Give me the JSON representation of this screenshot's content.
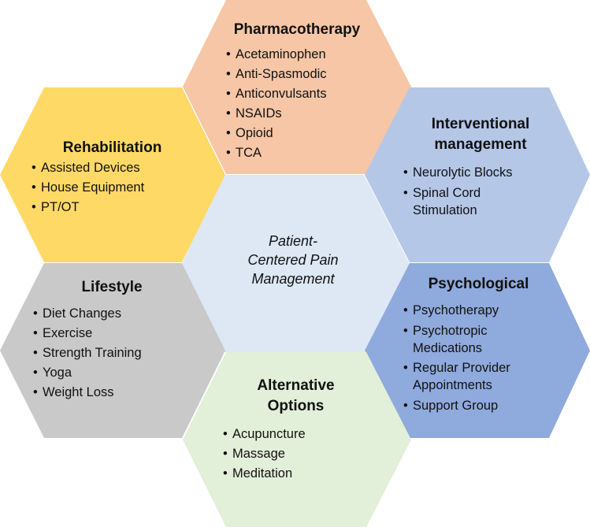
{
  "center": {
    "label": "Patient-\nCentered Pain\nManagement",
    "color": "#dde8f4"
  },
  "hexagons": {
    "pharmacotherapy": {
      "title": "Pharmacotherapy",
      "color": "#f6c6a6",
      "items": [
        "Acetaminophen",
        "Anti-Spasmodic",
        "Anticonvulsants",
        "NSAIDs",
        "Opioid",
        "TCA"
      ]
    },
    "interventional": {
      "title": "Interventional\nmanagement",
      "color": "#b4c7e7",
      "items": [
        "Neurolytic Blocks",
        "Spinal Cord\nStimulation"
      ]
    },
    "psychological": {
      "title": "Psychological",
      "color": "#8faadc",
      "items": [
        "Psychotherapy",
        "Psychotropic\nMedications",
        "Regular Provider\nAppointments",
        "Support Group"
      ]
    },
    "alternative": {
      "title": "Alternative\nOptions",
      "color": "#e2efd9",
      "items": [
        "Acupuncture",
        "Massage",
        "Meditation"
      ]
    },
    "lifestyle": {
      "title": "Lifestyle",
      "color": "#c9c9c9",
      "items": [
        "Diet Changes",
        "Exercise",
        "Strength Training",
        "Yoga",
        "Weight Loss"
      ]
    },
    "rehabilitation": {
      "title": "Rehabilitation",
      "color": "#ffd966",
      "items": [
        "Assisted Devices",
        "House Equipment",
        "PT/OT"
      ]
    }
  }
}
